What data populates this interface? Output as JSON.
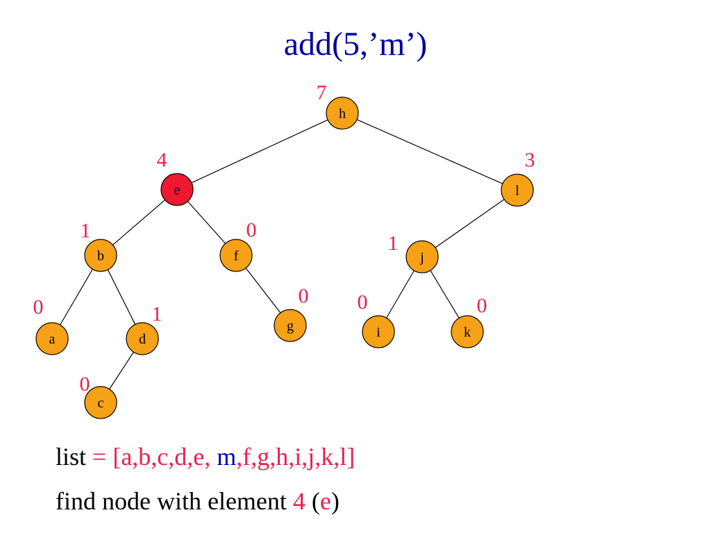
{
  "title": "add(5,’m’)",
  "colors": {
    "node_fill": "#f7a117",
    "highlight_fill": "#f01830",
    "count_text": "#e8204a",
    "title_text": "#0000a0"
  },
  "tree": {
    "nodes": [
      {
        "id": "h",
        "label": "h",
        "count": "7"
      },
      {
        "id": "e",
        "label": "e",
        "count": "4",
        "highlight": true
      },
      {
        "id": "l",
        "label": "l",
        "count": "3"
      },
      {
        "id": "b",
        "label": "b",
        "count": "1"
      },
      {
        "id": "f",
        "label": "f",
        "count": "0"
      },
      {
        "id": "j",
        "label": "j",
        "count": "1"
      },
      {
        "id": "a",
        "label": "a",
        "count": "0"
      },
      {
        "id": "d",
        "label": "d",
        "count": "1"
      },
      {
        "id": "g",
        "label": "g",
        "count": "0"
      },
      {
        "id": "i",
        "label": "i",
        "count": "0"
      },
      {
        "id": "k",
        "label": "k",
        "count": "0"
      },
      {
        "id": "c",
        "label": "c",
        "count": "0"
      }
    ],
    "edges": [
      [
        "h",
        "e"
      ],
      [
        "h",
        "l"
      ],
      [
        "e",
        "b"
      ],
      [
        "e",
        "f"
      ],
      [
        "b",
        "a"
      ],
      [
        "b",
        "d"
      ],
      [
        "d",
        "c"
      ],
      [
        "f",
        "g"
      ],
      [
        "l",
        "j"
      ],
      [
        "j",
        "i"
      ],
      [
        "j",
        "k"
      ]
    ]
  },
  "caption": {
    "list_word": "list",
    "equals": " = ",
    "list_before": "[a,b,c,d,e, ",
    "list_new": "m",
    "list_after": ",f,g,h,i,j,k,l]",
    "find_text": "find node with element ",
    "find_value": "4",
    "find_open": " (",
    "find_elem": "e",
    "find_close": ")"
  }
}
